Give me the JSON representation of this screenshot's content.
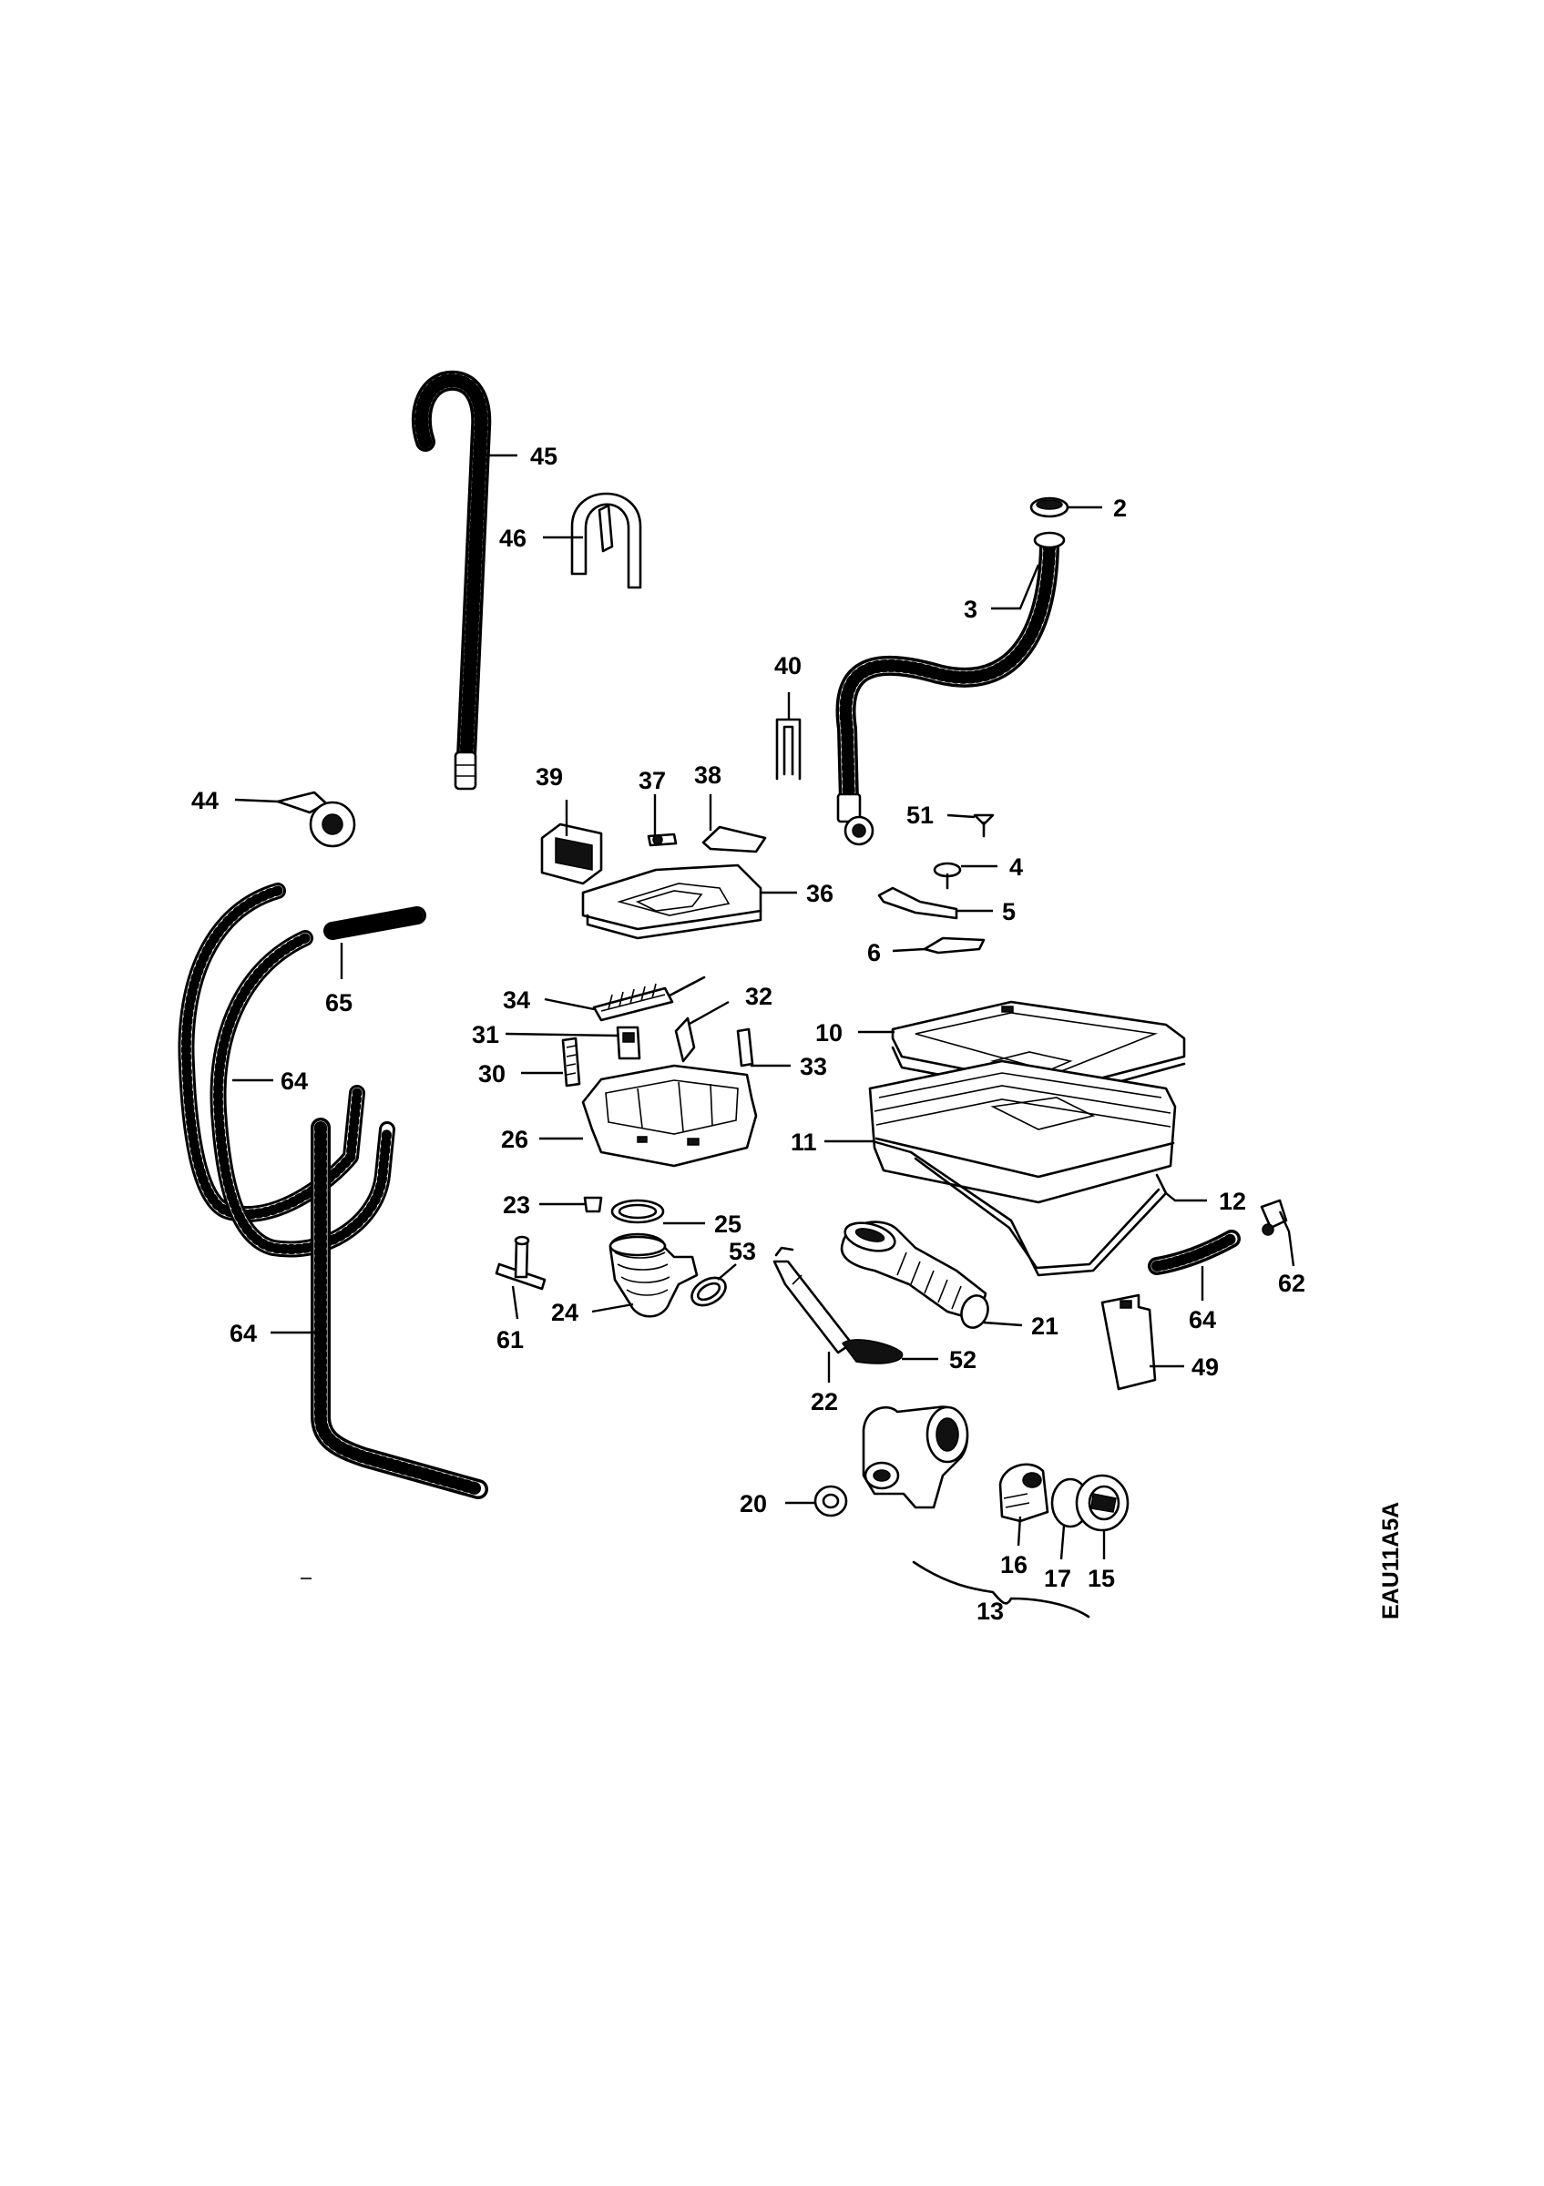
{
  "diagram": {
    "drawing_code": "EAU11A5A",
    "part_numbers": [
      "2",
      "3",
      "4",
      "5",
      "6",
      "10",
      "11",
      "12",
      "13",
      "15",
      "16",
      "17",
      "20",
      "21",
      "22",
      "23",
      "24",
      "25",
      "26",
      "30",
      "31",
      "32",
      "33",
      "34",
      "36",
      "37",
      "38",
      "39",
      "40",
      "44",
      "45",
      "46",
      "49",
      "51",
      "52",
      "53",
      "61",
      "62",
      "64",
      "65"
    ],
    "labels": [
      {
        "id": "45",
        "text": "45"
      },
      {
        "id": "46",
        "text": "46"
      },
      {
        "id": "2",
        "text": "2"
      },
      {
        "id": "3",
        "text": "3"
      },
      {
        "id": "40",
        "text": "40"
      },
      {
        "id": "39",
        "text": "39"
      },
      {
        "id": "37",
        "text": "37"
      },
      {
        "id": "38",
        "text": "38"
      },
      {
        "id": "44",
        "text": "44"
      },
      {
        "id": "51",
        "text": "51"
      },
      {
        "id": "4",
        "text": "4"
      },
      {
        "id": "36",
        "text": "36"
      },
      {
        "id": "5",
        "text": "5"
      },
      {
        "id": "6",
        "text": "6"
      },
      {
        "id": "65",
        "text": "65"
      },
      {
        "id": "34",
        "text": "34"
      },
      {
        "id": "32",
        "text": "32"
      },
      {
        "id": "31",
        "text": "31"
      },
      {
        "id": "10",
        "text": "10"
      },
      {
        "id": "30",
        "text": "30"
      },
      {
        "id": "33",
        "text": "33"
      },
      {
        "id": "64a",
        "text": "64"
      },
      {
        "id": "26",
        "text": "26"
      },
      {
        "id": "11",
        "text": "11"
      },
      {
        "id": "12",
        "text": "12"
      },
      {
        "id": "23",
        "text": "23"
      },
      {
        "id": "25",
        "text": "25"
      },
      {
        "id": "53",
        "text": "53"
      },
      {
        "id": "62",
        "text": "62"
      },
      {
        "id": "24",
        "text": "24"
      },
      {
        "id": "64b",
        "text": "64"
      },
      {
        "id": "21",
        "text": "21"
      },
      {
        "id": "64c",
        "text": "64"
      },
      {
        "id": "61",
        "text": "61"
      },
      {
        "id": "52",
        "text": "52"
      },
      {
        "id": "49",
        "text": "49"
      },
      {
        "id": "22",
        "text": "22"
      },
      {
        "id": "20",
        "text": "20"
      },
      {
        "id": "16",
        "text": "16"
      },
      {
        "id": "17",
        "text": "17"
      },
      {
        "id": "15",
        "text": "15"
      },
      {
        "id": "13",
        "text": "13"
      }
    ]
  }
}
